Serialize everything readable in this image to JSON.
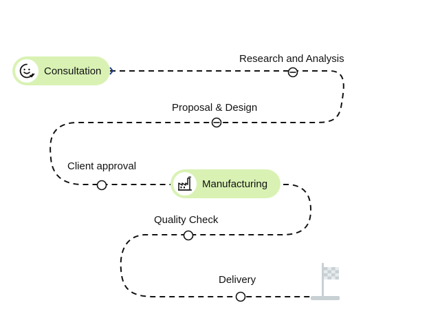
{
  "milestones": [
    {
      "label": "Consultation",
      "icon": "consultation-smile-icon"
    },
    {
      "label": "Manufacturing",
      "icon": "factory-icon"
    }
  ],
  "steps": [
    {
      "label": "Research and Analysis"
    },
    {
      "label": "Proposal & Design"
    },
    {
      "label": "Client approval"
    },
    {
      "label": "Quality Check"
    },
    {
      "label": "Delivery"
    }
  ],
  "end_marker": {
    "icon": "finish-flag-icon"
  },
  "colors": {
    "pill_fill": "#d9f2b4",
    "path_stroke": "#111111",
    "start_tick": "#1f3a8a",
    "flag_fill": "#c8d0d4"
  }
}
